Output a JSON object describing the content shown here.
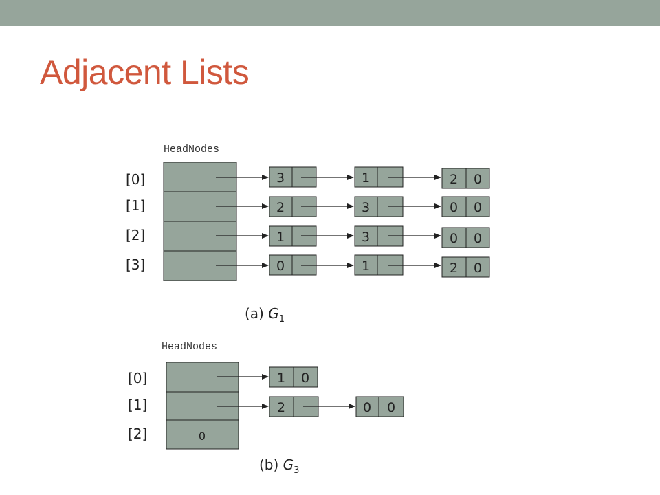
{
  "slide": {
    "title": "Adjacent Lists"
  },
  "colors": {
    "node_fill": "#96a59b",
    "title": "#d0583d",
    "top_bar": "#96a59b"
  },
  "graph_a": {
    "header": "HeadNodes",
    "indices": [
      "[0]",
      "[1]",
      "[2]",
      "[3]"
    ],
    "head_values": [
      "",
      "",
      "",
      ""
    ],
    "rows": [
      {
        "node1": "3",
        "node2": "1",
        "tail": [
          "2",
          "0"
        ]
      },
      {
        "node1": "2",
        "node2": "3",
        "tail": [
          "0",
          "0"
        ]
      },
      {
        "node1": "1",
        "node2": "3",
        "tail": [
          "0",
          "0"
        ]
      },
      {
        "node1": "0",
        "node2": "1",
        "tail": [
          "2",
          "0"
        ]
      }
    ],
    "caption_prefix": "(a) ",
    "caption_var": "G",
    "caption_sub": "1"
  },
  "graph_b": {
    "header": "HeadNodes",
    "indices": [
      "[0]",
      "[1]",
      "[2]"
    ],
    "head_values": [
      "",
      "",
      "0"
    ],
    "rows": [
      {
        "node1": "1",
        "node1_tail": "0"
      },
      {
        "node1": "2",
        "tail": [
          "0",
          "0"
        ]
      }
    ],
    "caption_prefix": "(b) ",
    "caption_var": "G",
    "caption_sub": "3"
  }
}
